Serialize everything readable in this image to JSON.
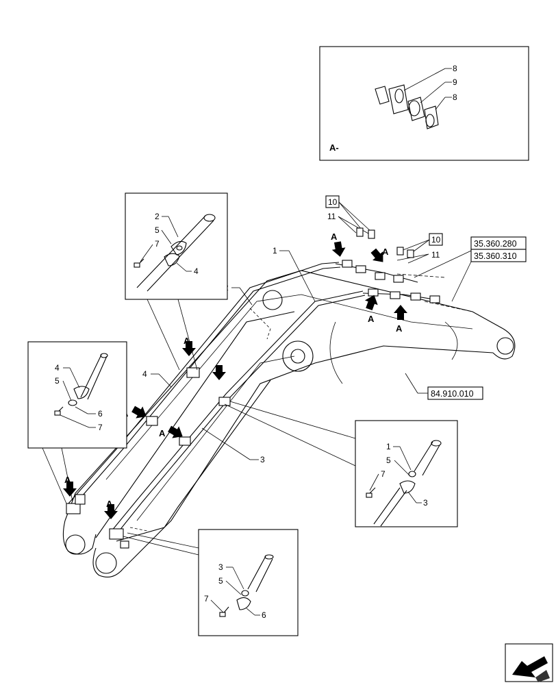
{
  "detail_a": {
    "title": "A-",
    "callouts": [
      "8",
      "9",
      "8"
    ]
  },
  "arrow_label": "A",
  "part_numbers": [
    "1",
    "2",
    "3",
    "4",
    "5",
    "6",
    "7",
    "10",
    "11"
  ],
  "references": [
    "35.360.280",
    "35.360.310",
    "84.910.010"
  ],
  "detail_top_left": {
    "callouts": [
      "2",
      "5",
      "7",
      "4"
    ]
  },
  "detail_left": {
    "callouts": [
      "4",
      "5",
      "6",
      "7"
    ]
  },
  "detail_right": {
    "callouts": [
      "1",
      "5",
      "7",
      "3"
    ]
  },
  "detail_bottom": {
    "callouts": [
      "3",
      "5",
      "7",
      "6"
    ]
  },
  "nav_icon": "page-navigation-arrow-icon"
}
